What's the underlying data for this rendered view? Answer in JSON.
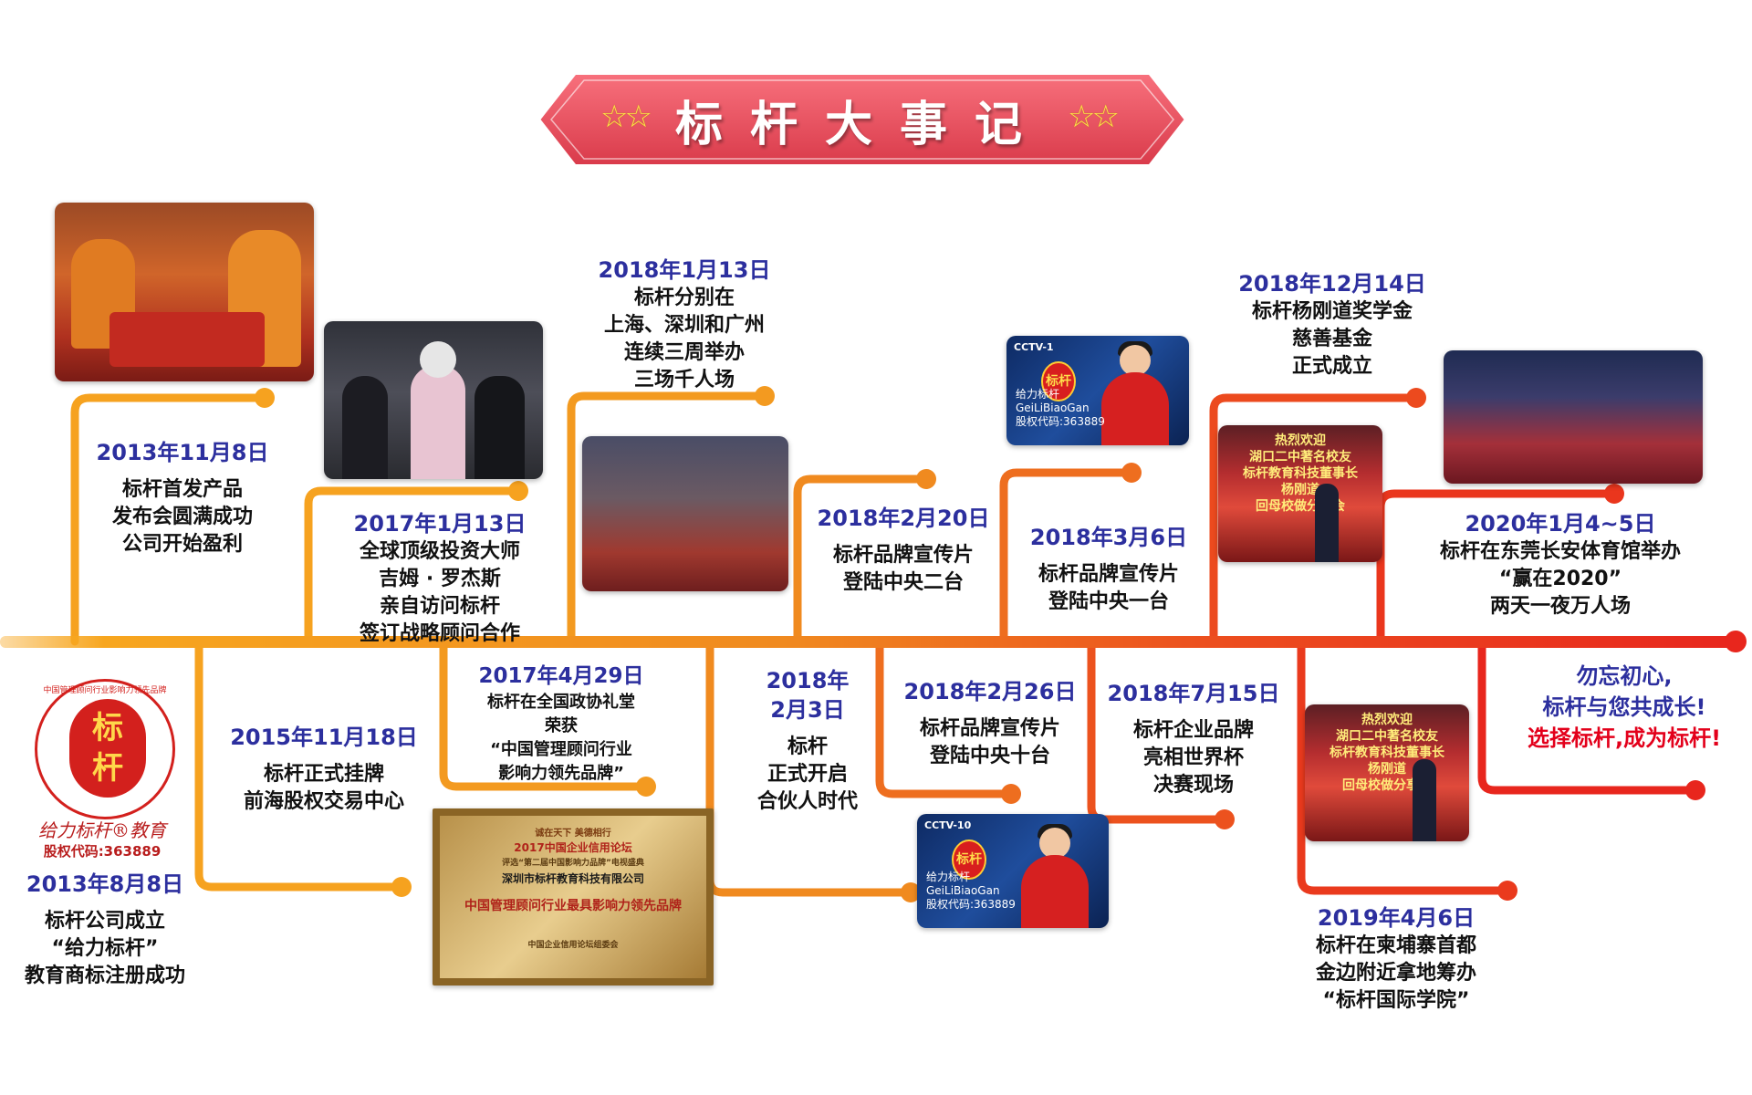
{
  "banner": {
    "title": "标杆大事记",
    "stars_left": "☆☆",
    "stars_right": "☆☆"
  },
  "events": [
    {
      "id": "e2013a",
      "date": "2013年8月8日",
      "lines": [
        "标杆公司成立",
        "“给力标杆”",
        "教育商标注册成功"
      ]
    },
    {
      "id": "e2013b",
      "date": "2013年11月8日",
      "lines": [
        "标杆首发产品",
        "发布会圆满成功",
        "公司开始盈利"
      ]
    },
    {
      "id": "e2015",
      "date": "2015年11月18日",
      "lines": [
        "标杆正式挂牌",
        "前海股权交易中心"
      ]
    },
    {
      "id": "e2017a",
      "date": "2017年1月13日",
      "lines": [
        "全球顶级投资大师",
        "吉姆 · 罗杰斯",
        "亲自访问标杆",
        "签订战略顾问合作"
      ]
    },
    {
      "id": "e2017b",
      "date": "2017年4月29日",
      "lines": [
        "标杆在全国政协礼堂",
        "荣获",
        "“中国管理顾问行业",
        "影响力领先品牌”"
      ]
    },
    {
      "id": "e2018a",
      "date": "2018年1月13日",
      "lines": [
        "标杆分别在",
        "上海、深圳和广州",
        "连续三周举办",
        "三场千人场"
      ]
    },
    {
      "id": "e2018b",
      "date": "2018年",
      "date2": "2月3日",
      "lines": [
        "标杆",
        "正式开启",
        "合伙人时代"
      ]
    },
    {
      "id": "e2018c",
      "date": "2018年2月20日",
      "lines": [
        "标杆品牌宣传片",
        "登陆中央二台"
      ]
    },
    {
      "id": "e2018d",
      "date": "2018年2月26日",
      "lines": [
        "标杆品牌宣传片",
        "登陆中央十台"
      ]
    },
    {
      "id": "e2018e",
      "date": "2018年3月6日",
      "lines": [
        "标杆品牌宣传片",
        "登陆中央一台"
      ]
    },
    {
      "id": "e2018f",
      "date": "2018年7月15日",
      "lines": [
        "标杆企业品牌",
        "亮相世界杯",
        "决赛现场"
      ]
    },
    {
      "id": "e2018g",
      "date": "2018年12月14日",
      "lines": [
        "标杆杨刚道奖学金",
        "慈善基金",
        "正式成立"
      ]
    },
    {
      "id": "e2019",
      "date": "2019年4月6日",
      "lines": [
        "标杆在柬埔寨首都",
        "金边附近拿地筹办",
        "“标杆国际学院”"
      ]
    },
    {
      "id": "e2020",
      "date": "2020年1月4~5日",
      "lines": [
        "标杆在东莞长安体育馆举办",
        "“赢在2020”",
        "两天一夜万人场"
      ]
    }
  ],
  "closing": {
    "line1": "勿忘初心,",
    "line2": "标杆与您共成长!",
    "line3": "选择标杆,成为标杆!"
  },
  "logo": {
    "char1": "标",
    "char2": "杆",
    "ring_text": "中国管理顾问行业影响力领先品牌",
    "script": "给力标杆®教育",
    "code": "股权代码:363889"
  },
  "tv": {
    "channel1": "CCTV-1",
    "channel10": "CCTV-10",
    "badge": "标杆",
    "name": "给力标杆",
    "pinyin": "GeiLiBiaoGan",
    "code": "股权代码:363889"
  },
  "certificate": {
    "top": "诚在天下  美德相行",
    "forum": "2017中国企业信用论坛",
    "sub": "评选“第二届中国影响力品牌”电视盛典",
    "company": "深圳市标杆教育科技有限公司",
    "award": "中国管理顾问行业最具影响力领先品牌",
    "issuer": "中国企业信用论坛组委会"
  },
  "screen": {
    "welcome": "热烈欢迎",
    "l2": "湖口二中著名校友",
    "l3": "标杆教育科技董事长",
    "l4": "杨刚道",
    "l5": "回母校做分享会"
  },
  "colors": {
    "orange": "#f4a020",
    "red": "#e8261d",
    "navy": "#2c2f9e",
    "banner": "#ee5461"
  }
}
